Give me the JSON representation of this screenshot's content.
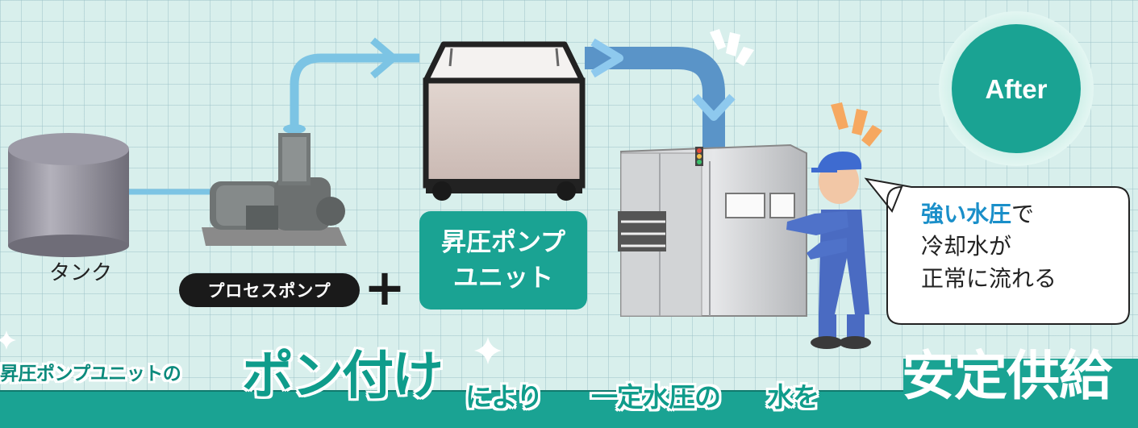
{
  "badge": {
    "label": "After"
  },
  "tank": {
    "label": "タンク"
  },
  "process_pump": {
    "label": "プロセスポンプ"
  },
  "plus_sign": "+",
  "booster_unit": {
    "label_line1": "昇圧ポンプ",
    "label_line2": "ユニット"
  },
  "speech_bubble": {
    "emphasis": "強い水圧",
    "line1_rest": "で",
    "line2": "冷却水が",
    "line3": "正常に流れる"
  },
  "caption": {
    "prefix": "昇圧ポンプユニットの",
    "highlight": "ポン付け",
    "part1": "により",
    "part2": "一定水圧の",
    "part3": "水を",
    "final": "安定供給"
  },
  "colors": {
    "teal": "#1aa393",
    "pipe": "#7cc4e4",
    "emphasis_blue": "#1a8fc9",
    "background": "#d8efec"
  }
}
